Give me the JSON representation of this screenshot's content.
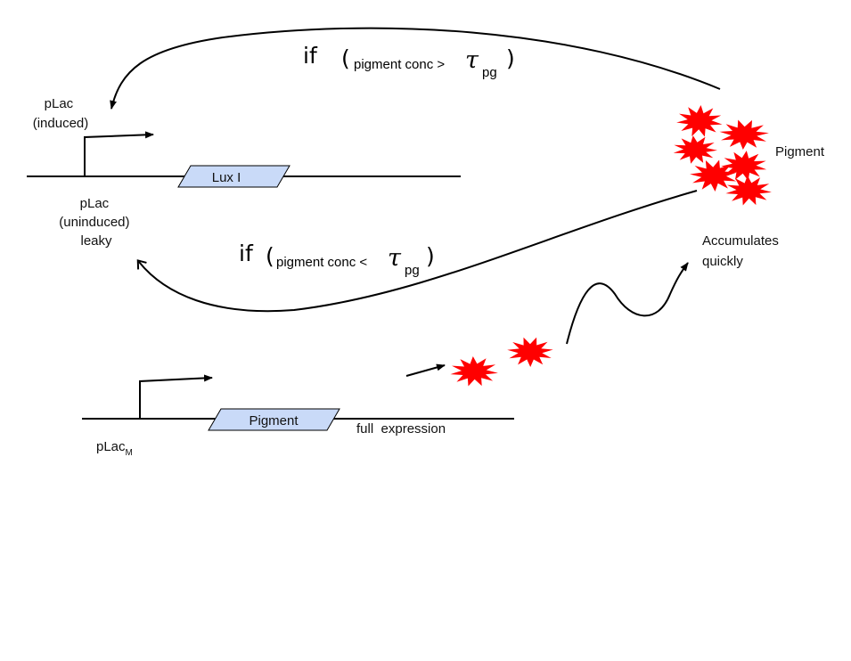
{
  "top_condition": {
    "prefix": "if",
    "open_paren": "(",
    "text": "pigment conc >",
    "tau": "τ",
    "subscript": "pg",
    "close_paren": ")"
  },
  "bottom_condition": {
    "prefix": "if",
    "open_paren": "(",
    "text": "pigment conc <",
    "tau": "τ",
    "subscript": "pg",
    "close_paren": ")"
  },
  "upper_construct": {
    "promoter_induced": [
      "pLac",
      "(induced)"
    ],
    "promoter_uninduced": [
      "pLac",
      "(uninduced)",
      "leaky"
    ],
    "gene": "Lux I"
  },
  "lower_construct": {
    "promoter": "pLac",
    "promoter_subscript": "M",
    "gene": "Pigment",
    "expression": "full  expression"
  },
  "pigment_cluster": {
    "label": "Pigment",
    "note": [
      "Accumulates",
      "quickly"
    ]
  },
  "colors": {
    "pigment": "#ff0000",
    "gene_box_fill": "#c9daf8",
    "line": "#000000"
  }
}
